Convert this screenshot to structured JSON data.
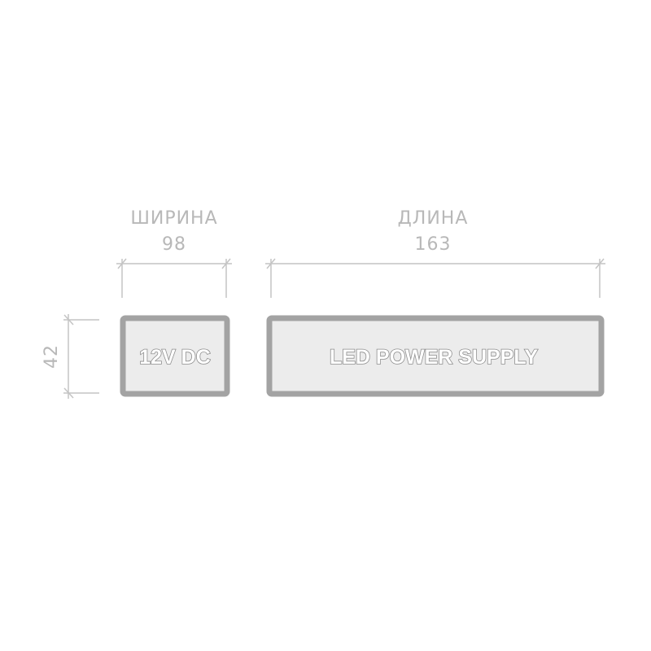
{
  "width_dimension": {
    "label": "ШИРИНА",
    "value": "98"
  },
  "length_dimension": {
    "label": "ДЛИНА",
    "value": "163"
  },
  "height_dimension": {
    "value": "42"
  },
  "front_box": {
    "text": "12V DC"
  },
  "side_box": {
    "text": "LED POWER SUPPLY"
  },
  "colors": {
    "dimension_lines": "#c4c4c4",
    "box_border": "#a3a3a3",
    "box_fill": "#ececec"
  }
}
